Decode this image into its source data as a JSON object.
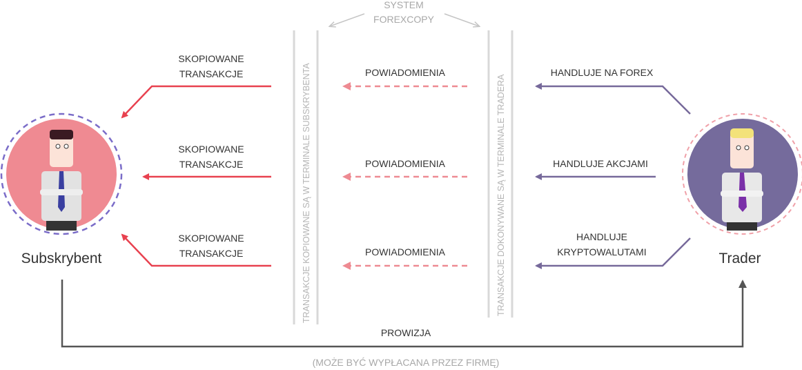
{
  "system": {
    "line1": "SYSTEM",
    "line2": "FOREXCOPY"
  },
  "subscriber": {
    "name": "Subskrybent",
    "circle_color": "#ef8a92",
    "ring_color": "#7a6cc8"
  },
  "trader": {
    "name": "Trader",
    "circle_color": "#756b9c",
    "ring_color": "#f0a0a8"
  },
  "terminals": {
    "subscriber": "TRANSAKCJE KOPIOWANE SĄ W TERMINALE SUBSKRYBENTA",
    "trader": "TRANSAKCJE DOKONYWANE SĄ W TERMINALE TRADERA"
  },
  "rows": [
    {
      "copied": [
        "SKOPIOWANE",
        "TRANSAKCJE"
      ],
      "notification": "POWIADOMIENIA",
      "trade": [
        "HANDLUJE NA FOREX"
      ]
    },
    {
      "copied": [
        "SKOPIOWANE",
        "TRANSAKCJE"
      ],
      "notification": "POWIADOMIENIA",
      "trade": [
        "HANDLUJE AKCJAMI"
      ]
    },
    {
      "copied": [
        "SKOPIOWANE",
        "TRANSAKCJE"
      ],
      "notification": "POWIADOMIENIA",
      "trade": [
        "HANDLUJE",
        "KRYPTOWALUTAMI"
      ]
    }
  ],
  "commission": {
    "label": "PROWIZJA",
    "note": "(MOŻE BYĆ WYPŁACANA PRZEZ FIRMĘ)"
  },
  "colors": {
    "copied": "#e8414f",
    "notification": "#ee8a92",
    "trade": "#76699a",
    "commission": "#555555",
    "terminal": "#d8d8d8"
  }
}
